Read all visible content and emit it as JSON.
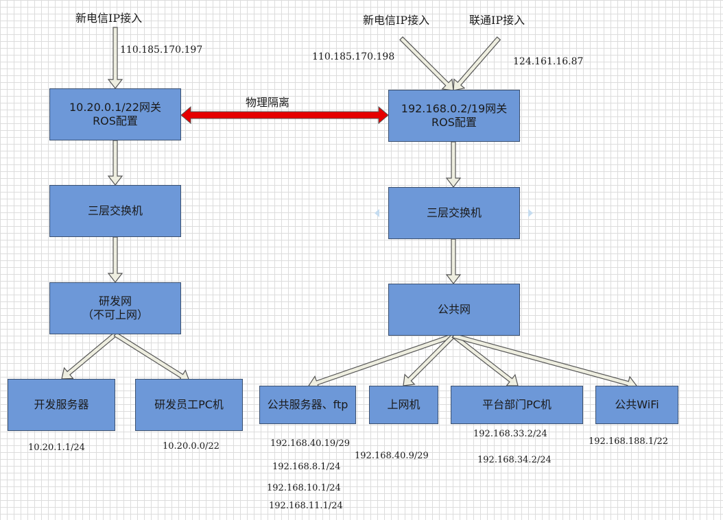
{
  "left": {
    "source_label": "新电信IP接入",
    "source_ip": "110.185.170.197",
    "gateway": "10.20.0.1/22网关\nROS配置",
    "switch": "三层交换机",
    "network": "研发网\n（不可上网）",
    "nodes": [
      {
        "label": "开发服务器",
        "ips": [
          "10.20.1.1/24"
        ]
      },
      {
        "label": "研发员工PC机",
        "ips": [
          "10.20.0.0/22"
        ]
      }
    ]
  },
  "isolation_label": "物理隔离",
  "right": {
    "source1_label": "新电信IP接入",
    "source1_ip": "110.185.170.198",
    "source2_label": "联通IP接入",
    "source2_ip": "124.161.16.87",
    "gateway": "192.168.0.2/19网关\nROS配置",
    "switch": "三层交换机",
    "network": "公共网",
    "nodes": [
      {
        "label": "公共服务器、ftp",
        "ips": [
          "192.168.40.19/29",
          "192.168.8.1/24",
          "192.168.10.1/24",
          "192.168.11.1/24"
        ]
      },
      {
        "label": "上网机",
        "ips": [
          "192.168.40.9/29"
        ]
      },
      {
        "label": "平台部门PC机",
        "ips": [
          "192.168.33.2/24",
          "192.168.34.2/24"
        ]
      },
      {
        "label": "公共WiFi",
        "ips": [
          "192.168.188.1/22"
        ]
      }
    ]
  },
  "colors": {
    "box_fill": "#6d98d8",
    "box_border": "#3a4f6e",
    "arrow_fill": "#eeeee0",
    "arrow_stroke": "#555555",
    "isolation_arrow": "#e60000"
  }
}
